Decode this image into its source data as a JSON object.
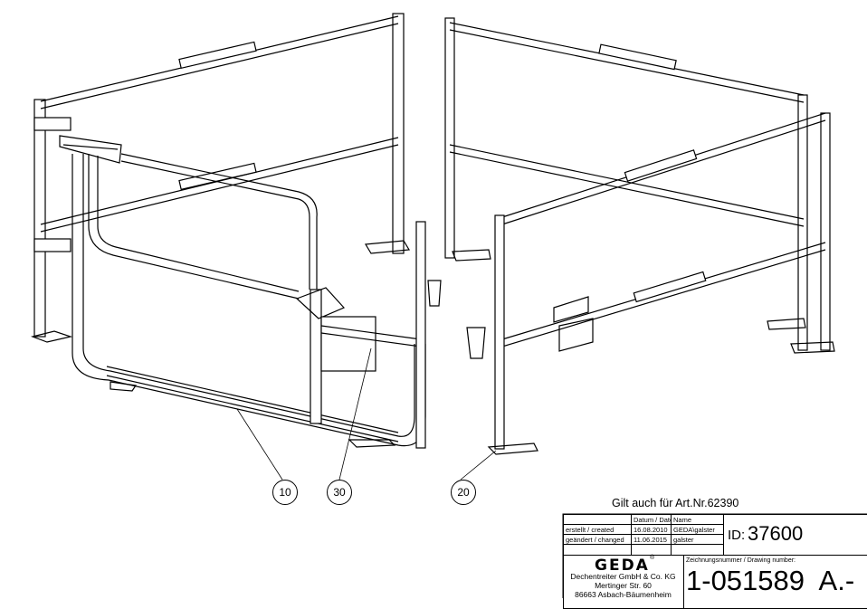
{
  "callouts": [
    "10",
    "30",
    "20"
  ],
  "note": "Gilt auch für Art.Nr.62390",
  "title_block": {
    "header_date": "Datum / Date",
    "header_name": "Name",
    "created_label": "erstellt / created",
    "created_date": "16.08.2010",
    "created_name": "GEDA\\galster",
    "changed_label": "geändert / changed",
    "changed_date": "11.06.2015",
    "changed_name": "galster",
    "id_label": "ID:",
    "id_value": "37600",
    "logo": "GEDA",
    "logo_reg": "®",
    "company": "Dechentreiter GmbH & Co. KG",
    "street": "Mertinger Str. 60",
    "city": "86663 Asbach-Bäumenheim",
    "drawing_number_label": "Zeichnungsnummer / Drawing number:",
    "drawing_number": "1-051589  A.-"
  }
}
